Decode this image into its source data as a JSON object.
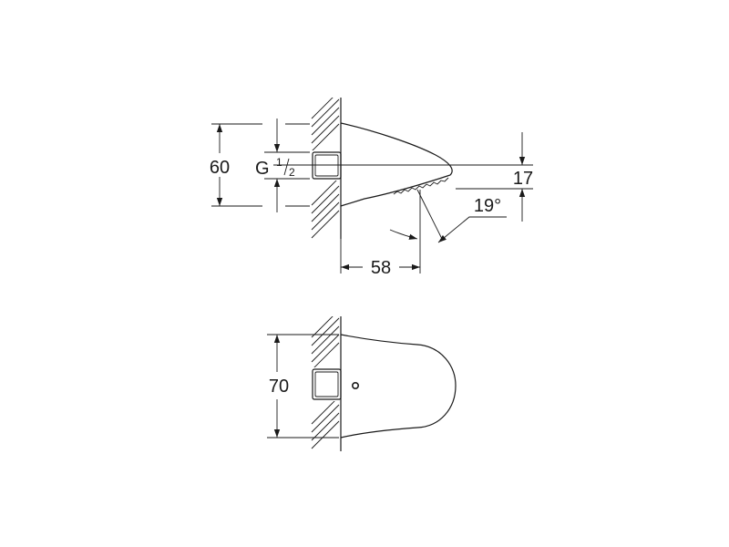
{
  "drawing": {
    "side_view": {
      "height_dimension": "60",
      "thread_label_prefix": "G",
      "thread_label_num": "1",
      "thread_label_den": "2",
      "outlet_dimension": "17",
      "spray_angle": "19°",
      "projection_dimension": "58"
    },
    "front_view": {
      "width_dimension": "70"
    }
  }
}
